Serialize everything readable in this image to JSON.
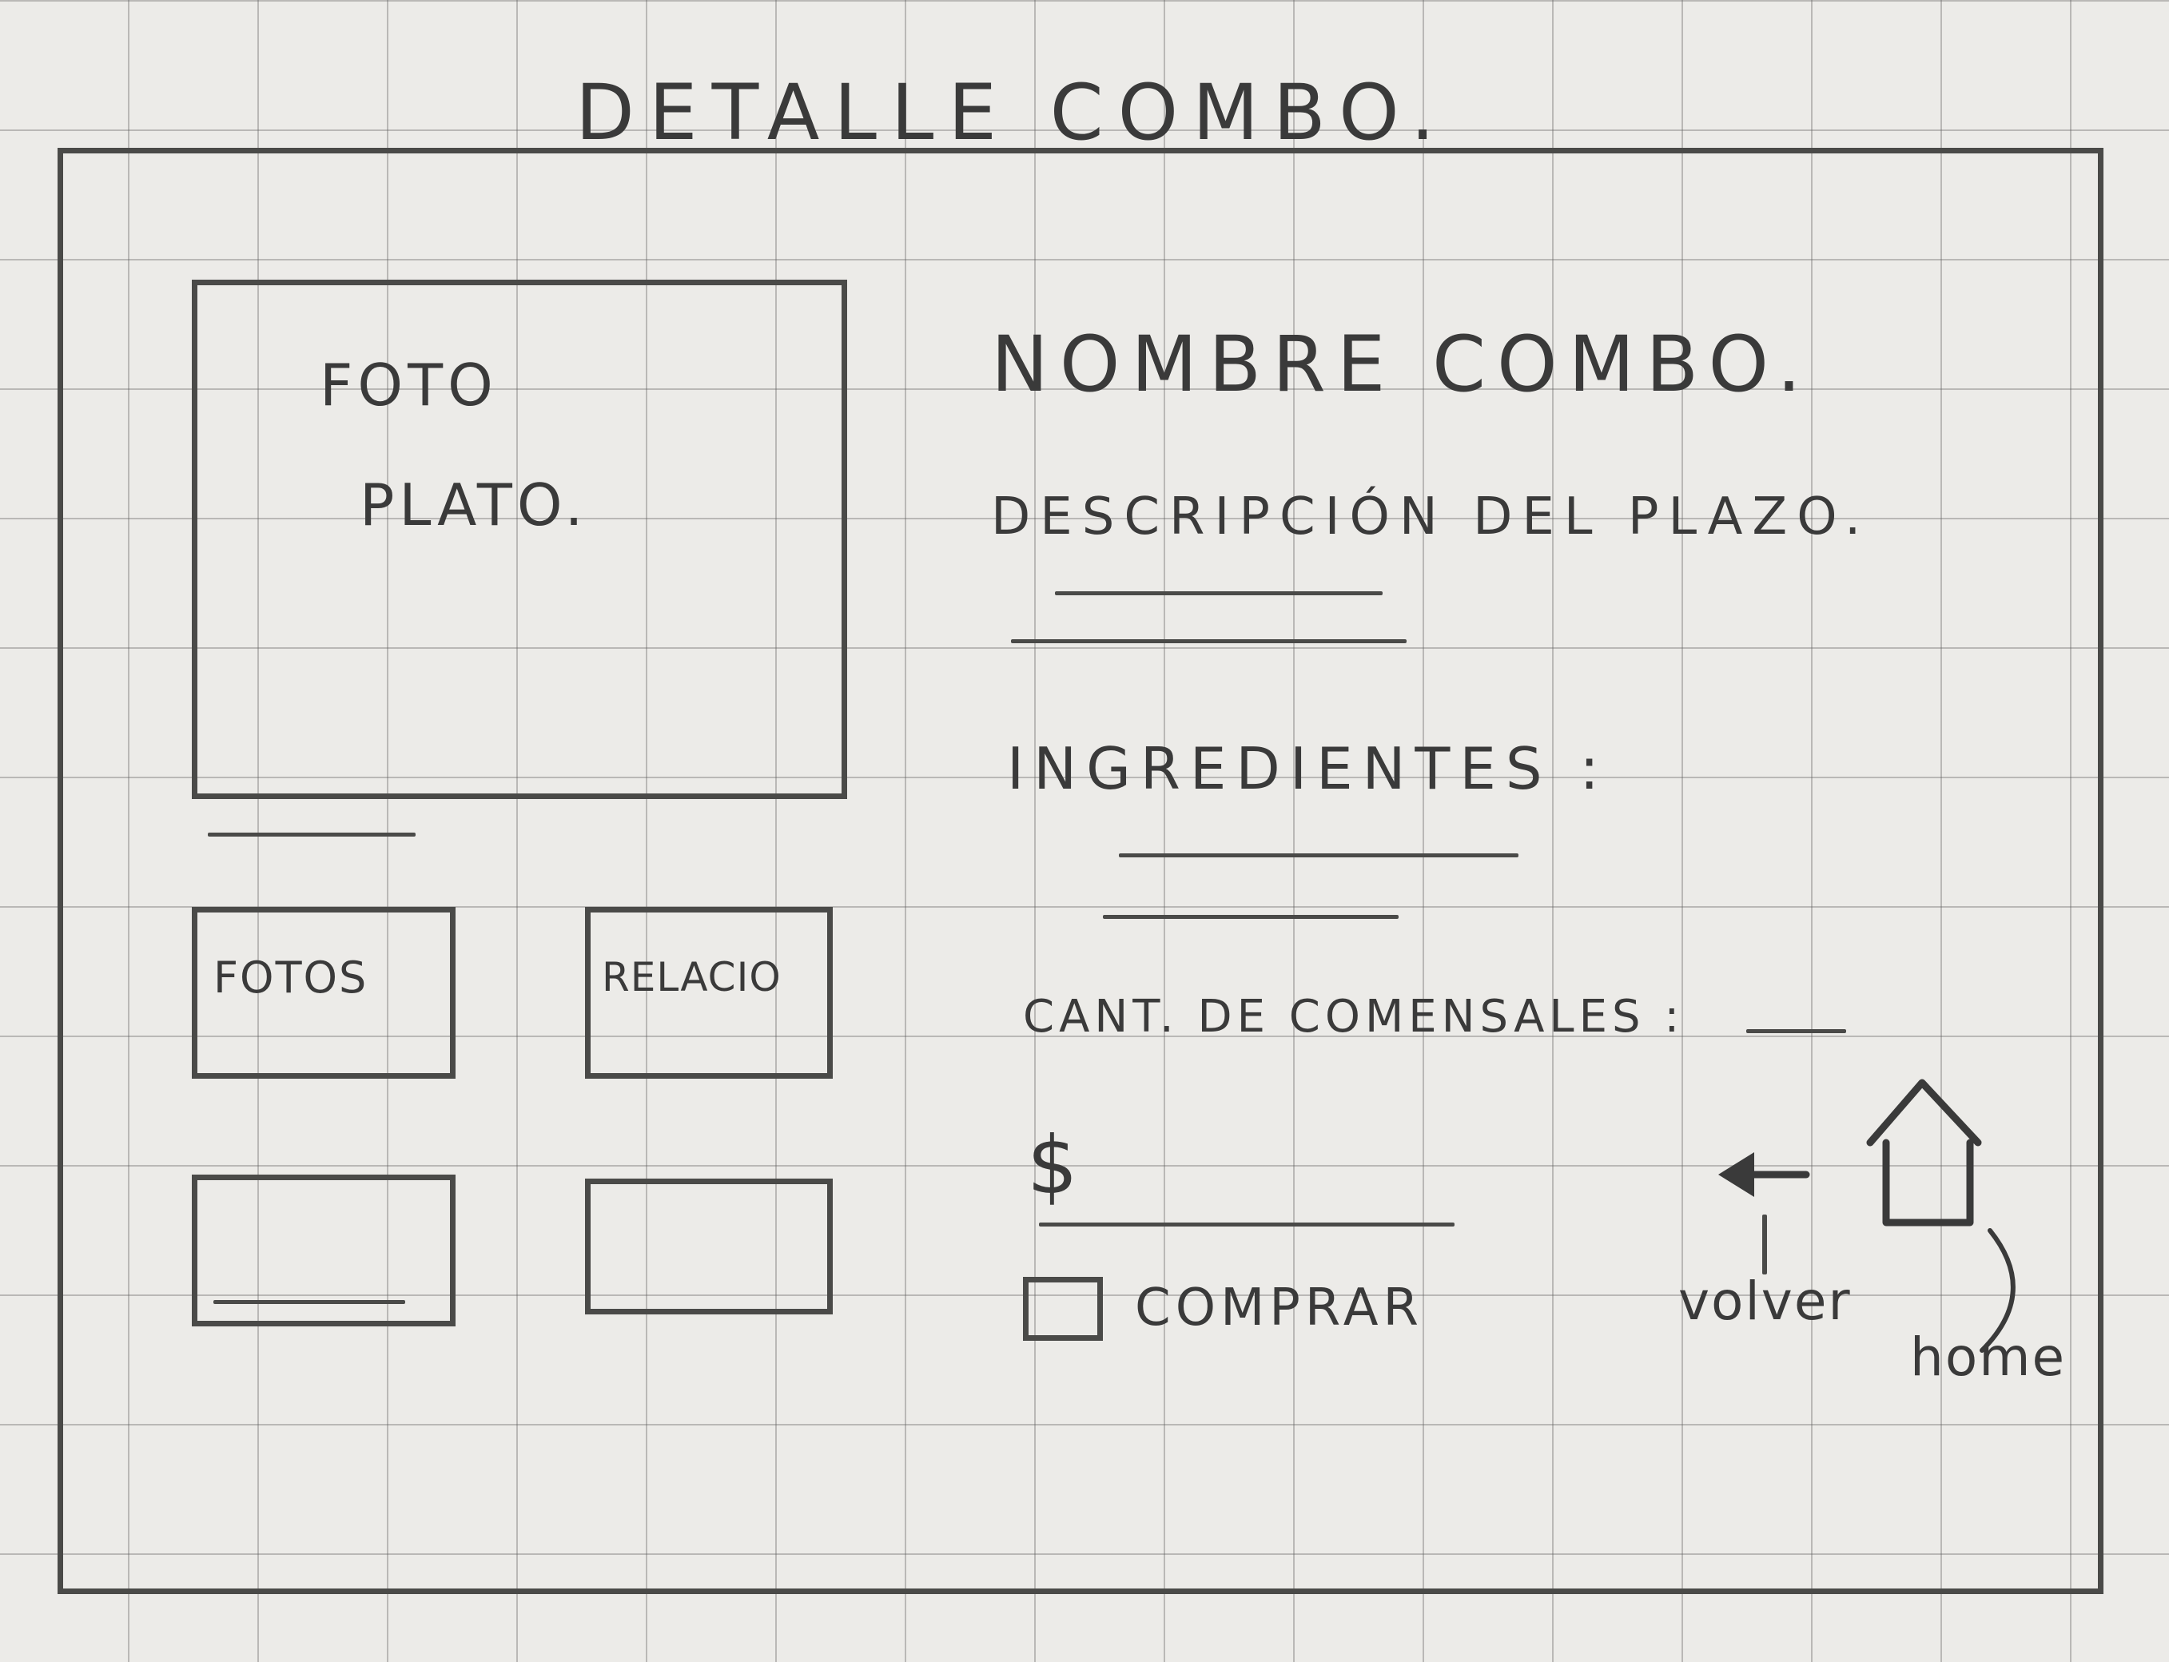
{
  "header": {
    "title": "DETALLE COMBO."
  },
  "left": {
    "photo_label_line1": "FOTO",
    "photo_label_line2": "PLATO.",
    "thumb_fotos": "FOTOS",
    "thumb_relacio": "RELACIO"
  },
  "details": {
    "name": "NOMBRE COMBO.",
    "description": "DESCRIPCIÓN DEL PLAZO.",
    "ingredients": "INGREDIENTES :",
    "diners": "CANT. DE COMENSALES :",
    "price_symbol": "$",
    "buy_label": "COMPRAR"
  },
  "nav": {
    "back_label": "volver",
    "home_label": "home"
  }
}
